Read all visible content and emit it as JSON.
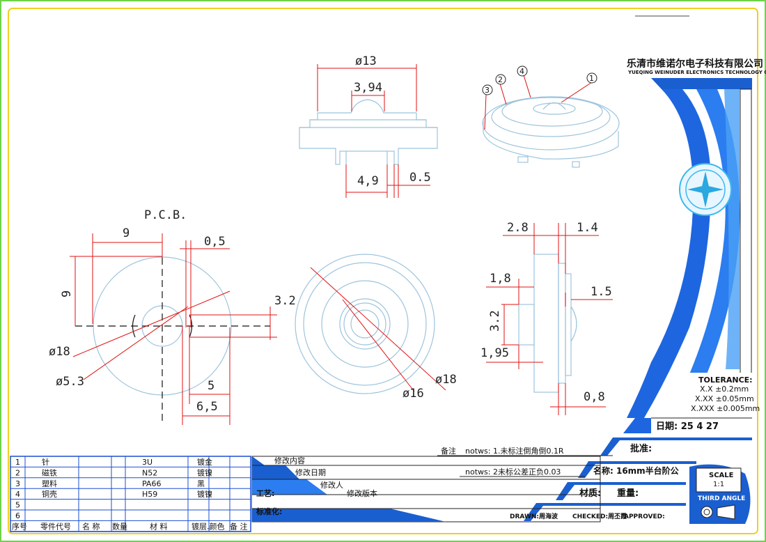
{
  "company": {
    "name_cn": "乐清市维诺尔电子科技有限公司",
    "name_en": "YUEQING WEINUDER ELECTRONICS TECHNOLOGY CO.,LTD"
  },
  "dims": {
    "d13": "ø13",
    "w394": "3,94",
    "w49": "4,9",
    "w05": "0.5",
    "pcb": "P.C.B.",
    "p9h": "9",
    "p9v": "9",
    "p05": "0,5",
    "p32": "3.2",
    "pd18": "ø18",
    "pd53": "ø5.3",
    "p5": "5",
    "p65": "6,5",
    "fd18": "ø18",
    "fd16": "ø16",
    "s28": "2.8",
    "s14": "1.4",
    "s18": "1,8",
    "s15": "1.5",
    "s32": "3.2",
    "s195": "1,95",
    "s08": "0,8"
  },
  "balloons": [
    "1",
    "2",
    "3",
    "4"
  ],
  "tolerance": {
    "title": "TOLERANCE:",
    "l1": "X.X  ±0.2mm",
    "l2": "X.XX  ±0.05mm",
    "l3": "X.XXX  ±0.005mm"
  },
  "date": "日期: 25 4 27",
  "approve": "批准:",
  "name_label": "名称: 16mm半台阶公",
  "material_label": "材质:",
  "weight_label": "重量:",
  "scale": {
    "label": "SCALE",
    "value": "1:1",
    "angle": "THIRD ANGLE"
  },
  "notes": {
    "label": "备注",
    "n1": "notws: 1.未标注倒角倒0.1R",
    "n2": "notws: 2未标公差正负0.03"
  },
  "rev": {
    "content": "修改内容",
    "date": "修改日期",
    "person": "修改人",
    "version": "修改版本",
    "craft": "工艺:",
    "std": "标准化:"
  },
  "signatures": {
    "drawn": "DRAWN:周海波",
    "checked": "CHECKED:周丕霞",
    "approved": "APPROVED:"
  },
  "bom": {
    "rows": [
      {
        "no": "1",
        "name": "针",
        "mat": "3U",
        "finish": "镀金"
      },
      {
        "no": "2",
        "name": "磁铁",
        "mat": "N52",
        "finish": "镀镍"
      },
      {
        "no": "3",
        "name": "塑料",
        "mat": "PA66",
        "finish": "黑"
      },
      {
        "no": "4",
        "name": "铜壳",
        "mat": "H59",
        "finish": "镀镍"
      },
      {
        "no": "5",
        "name": "",
        "mat": "",
        "finish": ""
      },
      {
        "no": "6",
        "name": "",
        "mat": "",
        "finish": ""
      }
    ],
    "header": {
      "no": "序号",
      "code": "零件代号",
      "name": "名 称",
      "qty": "数量",
      "mat": "材 料",
      "finish": "镀层.颜色",
      "note": "备 注"
    }
  }
}
